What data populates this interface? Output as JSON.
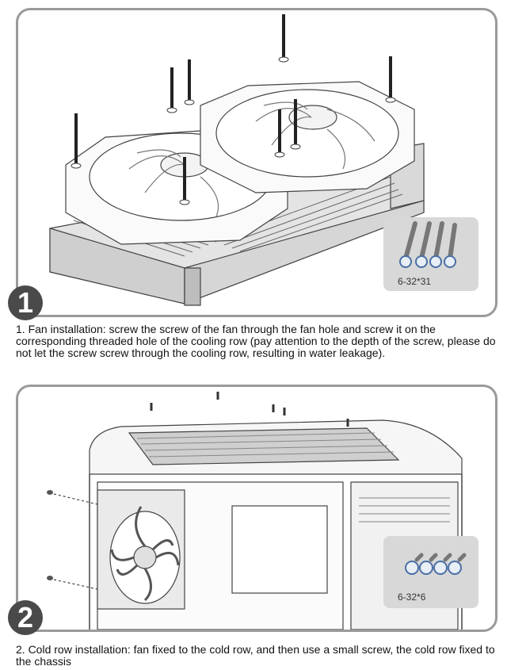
{
  "step1": {
    "number": "1",
    "screw_label": "6-32*31",
    "caption": "1. Fan installation: screw the screw of the fan through the fan hole and screw it on the corresponding threaded hole of the cooling row (pay attention to the depth of the screw, please do not let the screw screw through the cooling row, resulting in water leakage)."
  },
  "step2": {
    "number": "2",
    "screw_label": "6-32*6",
    "caption": "2. Cold row installation: fan fixed to the cold row, and then use a small screw, the cold row fixed to the chassis"
  }
}
